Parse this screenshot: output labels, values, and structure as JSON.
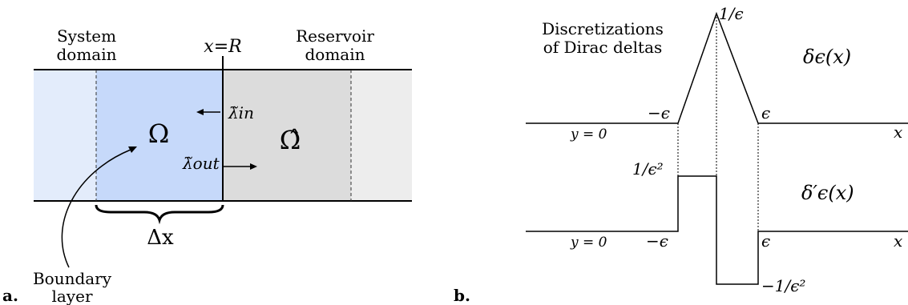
{
  "panel_a": {
    "panel_label": "a.",
    "system_label_line1": "System",
    "system_label_line2": "domain",
    "interface_label": "x=R",
    "reservoir_label_line1": "Reservoir",
    "reservoir_label_line2": "domain",
    "omega_label": "Ω",
    "omega_hat_label": "Ω̂",
    "lambda_in_label": "λ̃in",
    "lambda_out_label": "λ̃out",
    "delta_x_label": "Δx",
    "boundary_label_line1": "Boundary",
    "boundary_label_line2": "layer",
    "colors": {
      "system_outer": "#e3ecfb",
      "system_inner": "#c6d9fa",
      "reservoir_inner": "#dcdcdc",
      "reservoir_outer": "#ededed"
    }
  },
  "panel_b": {
    "panel_label": "b.",
    "title_line1": "Discretizations",
    "title_line2": "of Dirac deltas",
    "delta_label": "δϵ(x)",
    "delta_prime_label": "δ′ϵ(x)",
    "peak_label": "1/ϵ",
    "neg_eps_label": "−ϵ",
    "pos_eps_label": "ϵ",
    "pos_height_label": "1/ϵ²",
    "neg_height_label": "−1/ϵ²",
    "y0_label": "y = 0",
    "x_axis_label": "x"
  }
}
